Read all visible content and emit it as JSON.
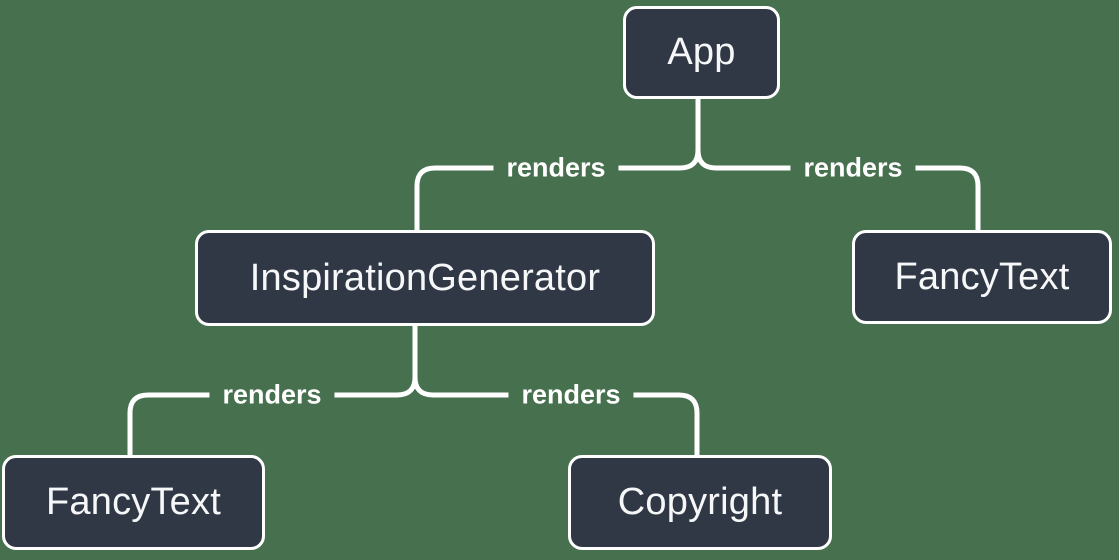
{
  "colors": {
    "background": "#47704F",
    "node_fill": "#313845",
    "node_border": "#FFFFFF",
    "node_text": "#F6F7F9",
    "connector": "#FFFFFF"
  },
  "diagram": {
    "type": "component-render-tree",
    "nodes": [
      {
        "id": "app",
        "label": "App"
      },
      {
        "id": "inspiration-generator",
        "label": "InspirationGenerator"
      },
      {
        "id": "fancy-text-top",
        "label": "FancyText"
      },
      {
        "id": "fancy-text-bottom",
        "label": "FancyText"
      },
      {
        "id": "copyright",
        "label": "Copyright"
      }
    ],
    "edges": [
      {
        "from": "App",
        "to": "InspirationGenerator",
        "label": "renders"
      },
      {
        "from": "App",
        "to": "FancyText",
        "label": "renders"
      },
      {
        "from": "InspirationGenerator",
        "to": "FancyText",
        "label": "renders"
      },
      {
        "from": "InspirationGenerator",
        "to": "Copyright",
        "label": "renders"
      }
    ]
  }
}
